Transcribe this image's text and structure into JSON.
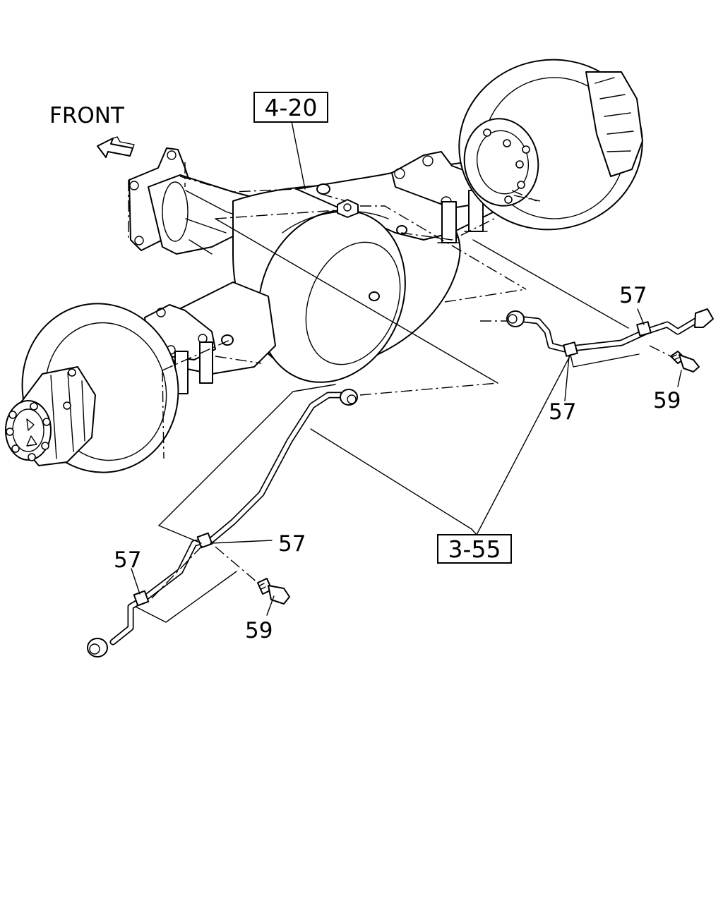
{
  "direction_label": "FRONT",
  "refs": {
    "axle_assembly": "4-20",
    "brake_piping": "3-55"
  },
  "callouts": {
    "clip_right_top": "57",
    "clip_right_bottom": "57",
    "clip_left_middle": "57",
    "clip_left_top": "57",
    "bolt_right": "59",
    "bolt_left": "59"
  },
  "icons": [
    "front-arrow-icon"
  ]
}
